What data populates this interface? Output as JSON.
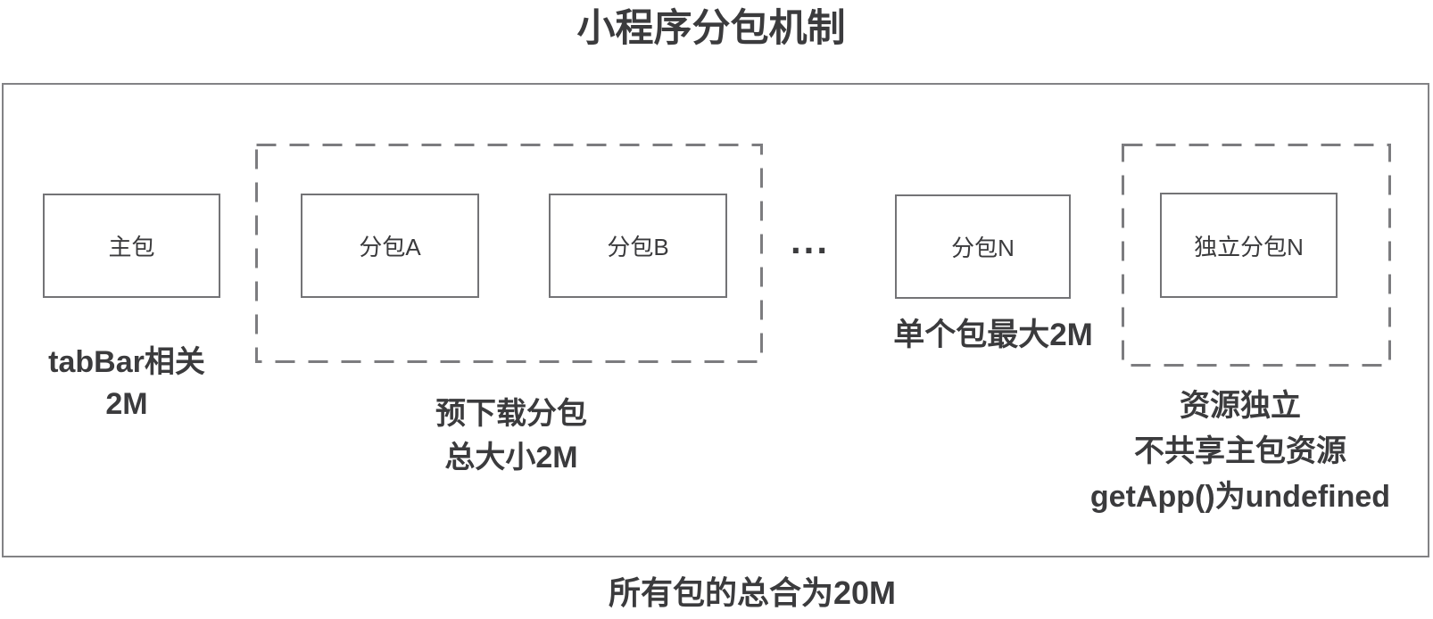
{
  "title": "小程序分包机制",
  "footer": "所有包的总合为20M",
  "diagram": {
    "ellipsis": "...",
    "main_package": {
      "box": "主包",
      "caption": [
        "tabBar相关",
        "2M"
      ]
    },
    "preload_group": {
      "boxes": [
        "分包A",
        "分包B"
      ],
      "caption": [
        "预下载分包",
        "总大小2M"
      ]
    },
    "package_n": {
      "box": "分包N",
      "caption": [
        "单个包最大2M"
      ]
    },
    "independent_group": {
      "box": "独立分包N",
      "caption": [
        "资源独立",
        "不共享主包资源",
        "getApp()为undefined"
      ]
    }
  },
  "colors": {
    "background": "#ffffff",
    "text_dark": "#3b3b3d",
    "border_gray": "#737376",
    "frame_border": "#828285",
    "dash_gray": "#7c7c7f"
  }
}
